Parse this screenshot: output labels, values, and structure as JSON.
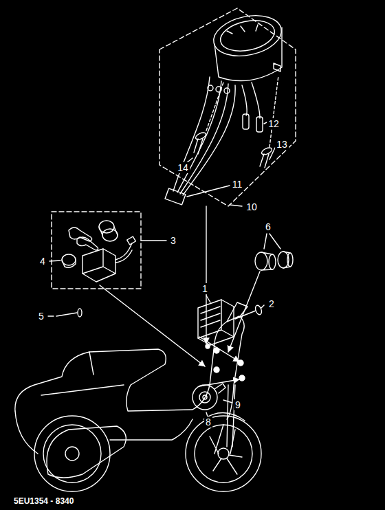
{
  "diagram": {
    "labels": [
      "14",
      "12",
      "13",
      "11",
      "10",
      "3",
      "4",
      "6",
      "1",
      "2",
      "5",
      "9",
      "8",
      "5EU1354 - 8340"
    ]
  }
}
